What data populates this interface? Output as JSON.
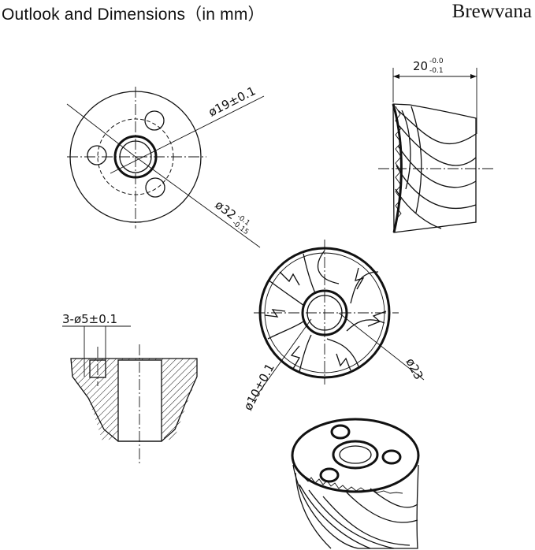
{
  "header": {
    "title": "Outlook and Dimensions（in mm）",
    "brand": "Brewvana"
  },
  "views": {
    "top_view": {
      "dim_pitch": "ø19±0.1",
      "dim_outer": "ø32",
      "dim_outer_tol_upper": "-0.1",
      "dim_outer_tol_lower": "-0.15"
    },
    "side_view": {
      "dim_height": "20",
      "dim_height_tol_upper": "-0.0",
      "dim_height_tol_lower": "-0.1"
    },
    "section_view": {
      "dim_holes": "3-ø5±0.1"
    },
    "bottom_view": {
      "dim_bore": "ø10±0.1",
      "dim_diameter": "ø23"
    }
  }
}
